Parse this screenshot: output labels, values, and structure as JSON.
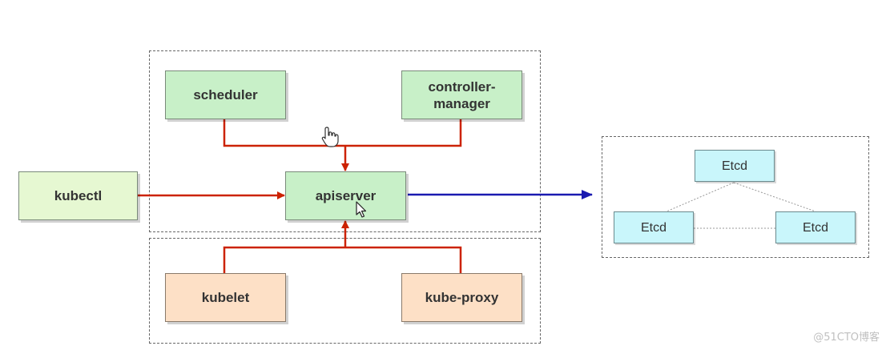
{
  "nodes": {
    "scheduler": "scheduler",
    "controller_manager": "controller-\nmanager",
    "kubectl": "kubectl",
    "apiserver": "apiserver",
    "kubelet": "kubelet",
    "kube_proxy": "kube-proxy",
    "etcd_top": "Etcd",
    "etcd_left": "Etcd",
    "etcd_right": "Etcd"
  },
  "watermark": "@51CTO博客",
  "colors": {
    "control_plane_node": "#c8f0c8",
    "client_node": "#e6f8d2",
    "worker_node": "#fde0c6",
    "etcd_node": "#c9f6fb",
    "red_arrow": "#cc2200",
    "blue_arrow": "#1a1ab0"
  },
  "icons": [
    "hand-pointer-cursor-icon",
    "arrow-cursor-icon"
  ]
}
